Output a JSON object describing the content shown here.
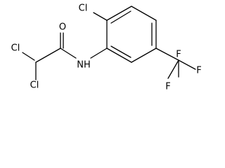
{
  "molecule": {
    "atoms": {
      "cl_ring": "Cl",
      "oxygen": "O",
      "nitrogen_h": "NH",
      "cl_top": "Cl",
      "cl_bottom": "Cl",
      "f_top": "F",
      "f_left": "F",
      "f_right": "F"
    }
  }
}
